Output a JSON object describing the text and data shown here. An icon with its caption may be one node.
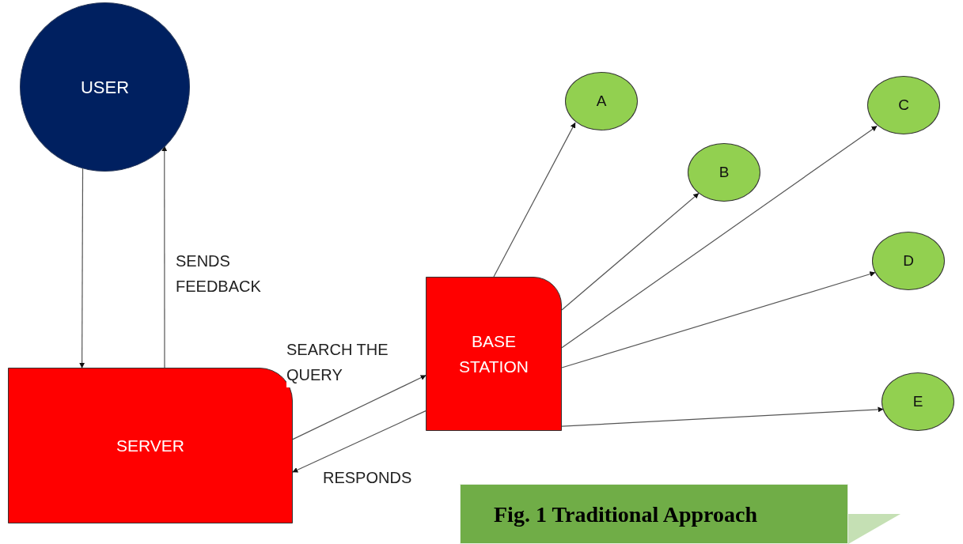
{
  "diagram": {
    "caption": "Fig. 1 Traditional Approach",
    "nodes": [
      {
        "text": [
          "USER"
        ]
      },
      {
        "text": [
          "SERVER"
        ]
      },
      {
        "text": [
          "BASE STATION"
        ]
      },
      {
        "text": [
          "A"
        ]
      },
      {
        "text": [
          "B"
        ]
      },
      {
        "text": [
          "C"
        ]
      },
      {
        "text": [
          "D"
        ]
      },
      {
        "text": [
          "E"
        ]
      }
    ],
    "edges": [
      {
        "from": 0,
        "to": 1,
        "arrow": "to"
      },
      {
        "from": 1,
        "to": 0,
        "arrow": "to",
        "label": "SENDS FEEDBACK"
      },
      {
        "from": 1,
        "to": 2,
        "arrow": "to",
        "label": "SEARCH THE QUERY"
      },
      {
        "from": 2,
        "to": 1,
        "arrow": "to",
        "label": "RESPONDS"
      },
      {
        "from": 2,
        "to": 3,
        "arrow": "to"
      },
      {
        "from": 2,
        "to": 4,
        "arrow": "to"
      },
      {
        "from": 2,
        "to": 5,
        "arrow": "to"
      },
      {
        "from": 2,
        "to": 6,
        "arrow": "to"
      },
      {
        "from": 2,
        "to": 7,
        "arrow": "to"
      }
    ]
  }
}
